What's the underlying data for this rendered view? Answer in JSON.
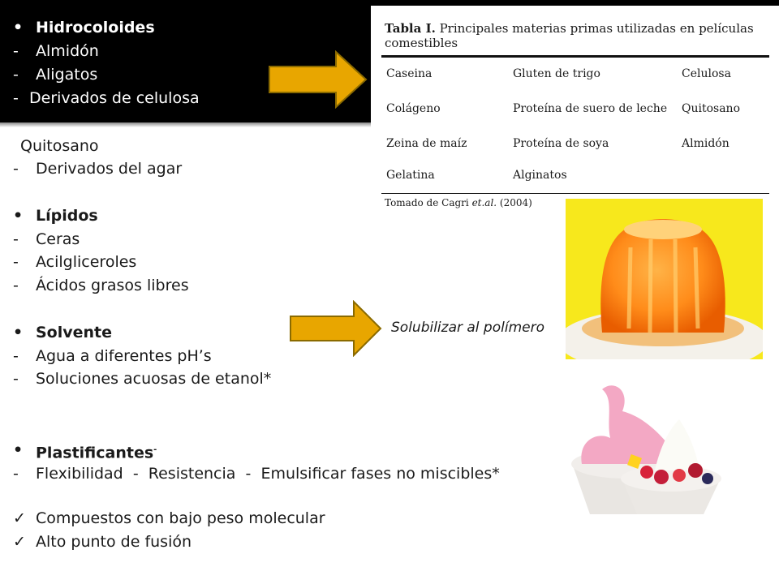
{
  "hidrocoloides": {
    "title": "Hidrocoloides",
    "items": [
      "Almidón",
      "Aligatos",
      "Derivados de celulosa"
    ],
    "continued": [
      "Quitosano",
      "Derivados del agar"
    ]
  },
  "lipidos": {
    "title": "Lípidos",
    "items": [
      "Ceras",
      "Acilgliceroles",
      "Ácidos grasos libres"
    ]
  },
  "solvente": {
    "title": "Solvente",
    "items": [
      "Agua a diferentes pH’s",
      "Soluciones acuosas de etanol*"
    ],
    "note": "Solubilizar al polímero"
  },
  "plastificantes": {
    "title": "Plastificantes",
    "superscript": "-",
    "item": "Flexibilidad  -  Resistencia  -  Emulsificar fases no miscibles*",
    "checks": [
      "Compuestos con bajo peso molecular",
      "Alto punto de fusión"
    ]
  },
  "table": {
    "title_bold": "Tabla I.",
    "title_rest": " Principales materias primas utilizadas en películas comestibles",
    "rows": [
      [
        "Caseina",
        "Gluten de trigo",
        "Celulosa"
      ],
      [
        "Colágeno",
        "Proteína de suero de leche",
        "Quitosano"
      ],
      [
        "Zeina de maíz",
        "Proteína de soya",
        "Almidón"
      ],
      [
        "Gelatina",
        "Alginatos",
        ""
      ]
    ],
    "source_pre": "Tomado de Cagri ",
    "source_em": "et.al.",
    "source_post": " (2004)"
  },
  "colors": {
    "arrow_fill": "#e8a600",
    "arrow_stroke": "#8a6a00",
    "band": "#000000"
  },
  "icons": [
    "bullet-icon",
    "dash-icon",
    "checkmark-icon",
    "arrow-right-icon"
  ]
}
